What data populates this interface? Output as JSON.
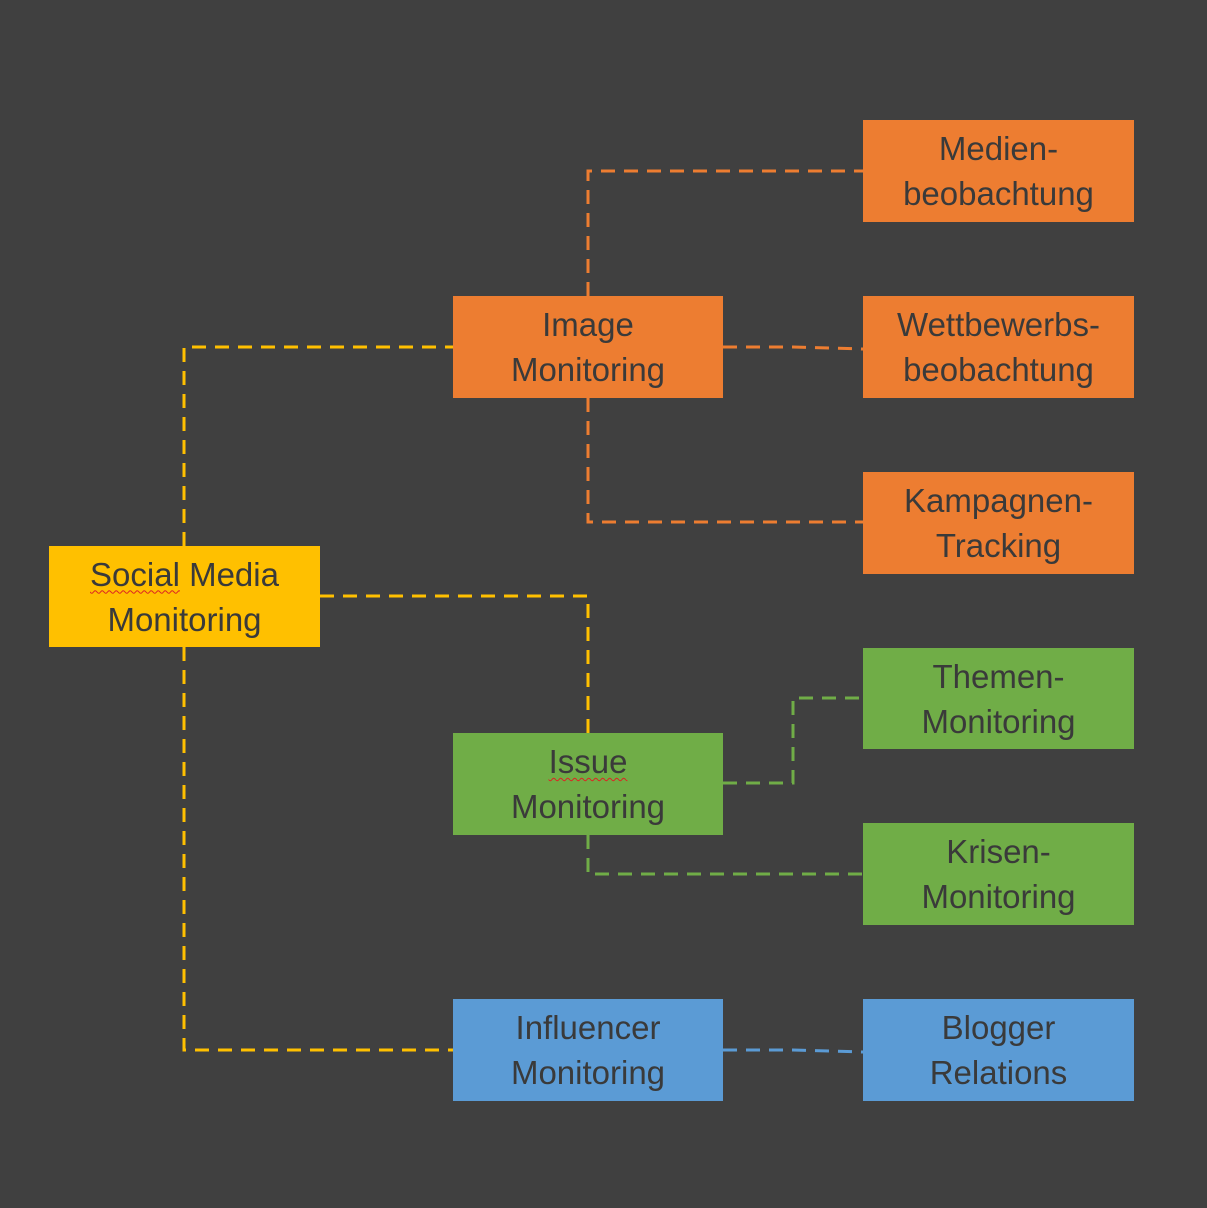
{
  "diagram": {
    "type": "tree",
    "colors": {
      "background": "#404040",
      "root": "#ffc000",
      "image_branch": "#ed7d31",
      "issue_branch": "#70ad47",
      "influencer_branch": "#5b9bd5",
      "text": "#3a3a3a"
    },
    "root": {
      "line1_a": "Social",
      "line1_b": "Media",
      "line2": "Monitoring"
    },
    "branches": {
      "image": {
        "line1": "Image",
        "line2": "Monitoring",
        "children": [
          {
            "line1": "Medien-",
            "line2": "beobachtung"
          },
          {
            "line1": "Wettbewerbs-",
            "line2": "beobachtung"
          },
          {
            "line1": "Kampagnen-",
            "line2": "Tracking"
          }
        ]
      },
      "issue": {
        "line1": "Issue",
        "line2": "Monitoring",
        "children": [
          {
            "line1": "Themen-",
            "line2": "Monitoring"
          },
          {
            "line1": "Krisen-",
            "line2": "Monitoring"
          }
        ]
      },
      "influencer": {
        "line1": "Influencer",
        "line2": "Monitoring",
        "children": [
          {
            "line1": "Blogger",
            "line2": "Relations"
          }
        ]
      }
    },
    "edges": [
      {
        "from": "Social Media Monitoring",
        "to": "Image Monitoring",
        "color": "#ffc000",
        "style": "dashed"
      },
      {
        "from": "Social Media Monitoring",
        "to": "Issue Monitoring",
        "color": "#ffc000",
        "style": "dashed"
      },
      {
        "from": "Social Media Monitoring",
        "to": "Influencer Monitoring",
        "color": "#ffc000",
        "style": "dashed"
      },
      {
        "from": "Image Monitoring",
        "to": "Medienbeobachtung",
        "color": "#ed7d31",
        "style": "dashed"
      },
      {
        "from": "Image Monitoring",
        "to": "Wettbewerbsbeobachtung",
        "color": "#ed7d31",
        "style": "dashed"
      },
      {
        "from": "Image Monitoring",
        "to": "Kampagnen-Tracking",
        "color": "#ed7d31",
        "style": "dashed"
      },
      {
        "from": "Issue Monitoring",
        "to": "Themen-Monitoring",
        "color": "#70ad47",
        "style": "dashed"
      },
      {
        "from": "Issue Monitoring",
        "to": "Krisen-Monitoring",
        "color": "#70ad47",
        "style": "dashed"
      },
      {
        "from": "Influencer Monitoring",
        "to": "Blogger Relations",
        "color": "#5b9bd5",
        "style": "dashed"
      }
    ]
  }
}
